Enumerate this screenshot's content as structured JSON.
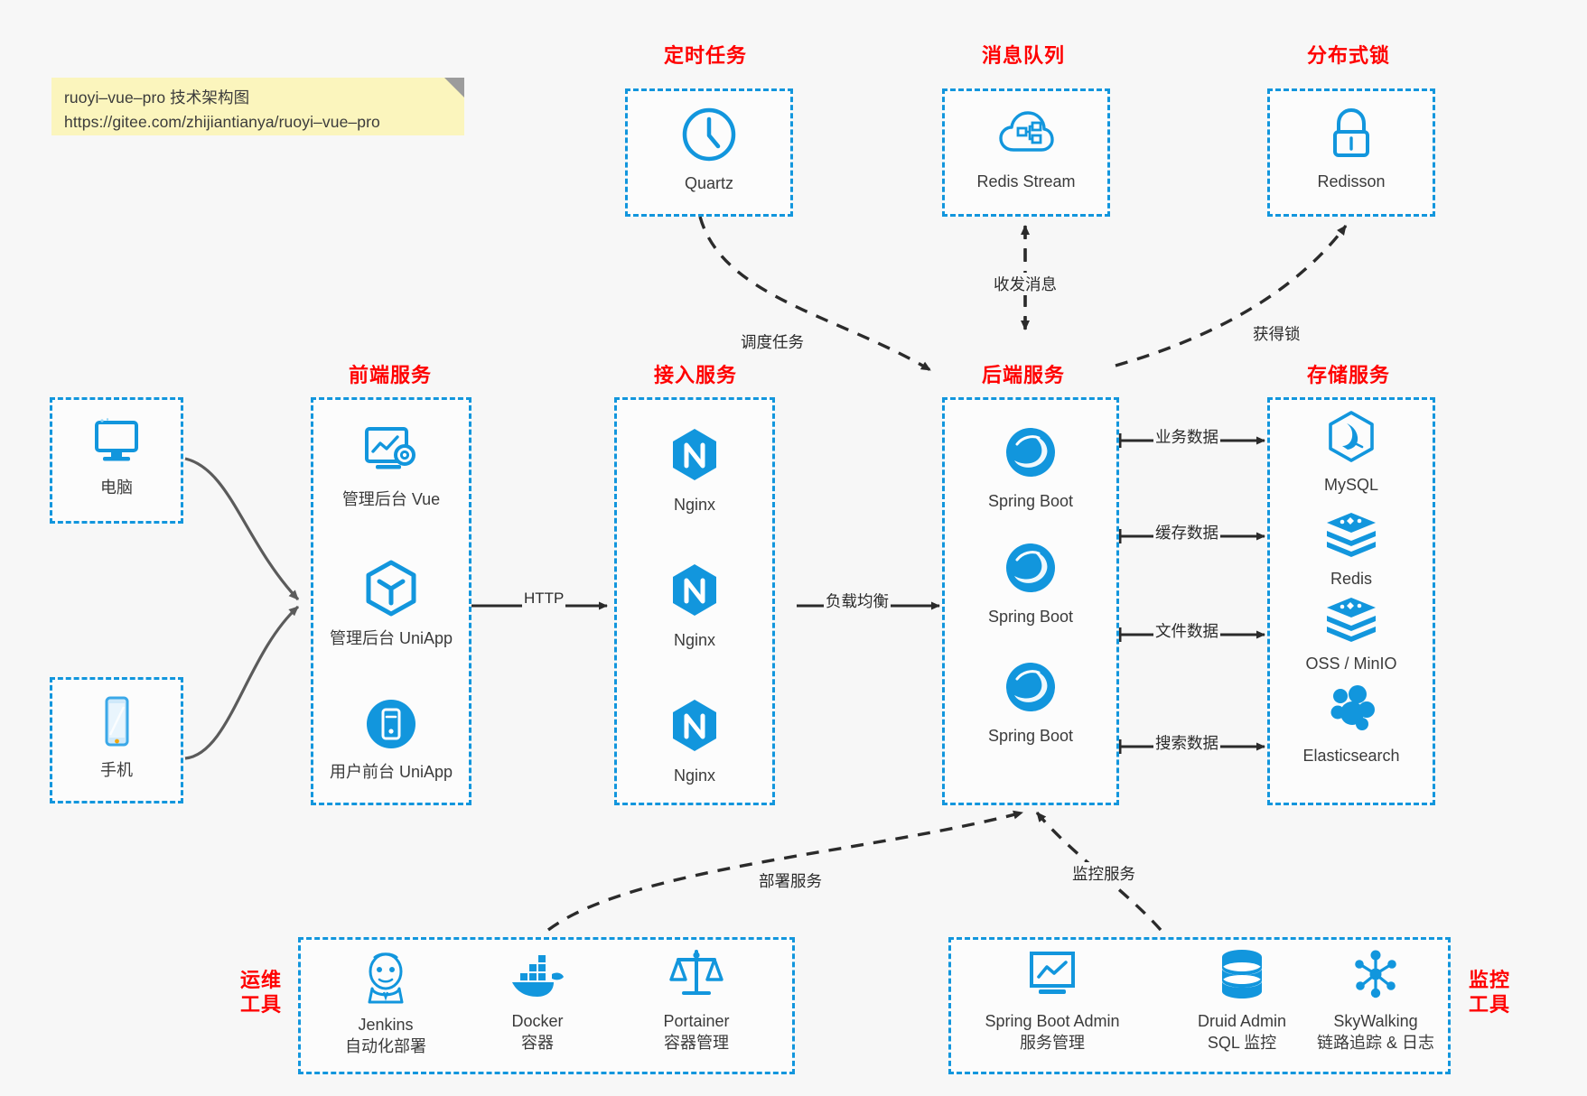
{
  "note": {
    "line1": "ruoyi–vue–pro 技术架构图",
    "line2": "https://gitee.com/zhijiantianya/ruoyi–vue–pro"
  },
  "colors": {
    "accent_blue": "#1296dd",
    "caption_red": "#ff0000",
    "background": "#f7f7f7",
    "note_yellow": "#fbf5bd",
    "edge_dark": "#2b2b2b",
    "edge_gray": "#595959"
  },
  "groups": {
    "scheduled_task": {
      "caption": "定时任务"
    },
    "message_queue": {
      "caption": "消息队列"
    },
    "distributed_lock": {
      "caption": "分布式锁"
    },
    "frontend_service": {
      "caption": "前端服务"
    },
    "access_service": {
      "caption": "接入服务"
    },
    "backend_service": {
      "caption": "后端服务"
    },
    "storage_service": {
      "caption": "存储服务"
    },
    "devops_tools": {
      "caption_line1": "运维",
      "caption_line2": "工具"
    },
    "monitor_tools": {
      "caption_line1": "监控",
      "caption_line2": "工具"
    }
  },
  "nodes": {
    "quartz": {
      "label": "Quartz",
      "icon": "clock-icon"
    },
    "redis_stream": {
      "label": "Redis Stream",
      "icon": "cloud-stream-icon"
    },
    "redisson": {
      "label": "Redisson",
      "icon": "lock-icon"
    },
    "computer": {
      "label": "电脑",
      "icon": "desktop-icon"
    },
    "phone": {
      "label": "手机",
      "icon": "mobile-icon"
    },
    "admin_vue": {
      "label": "管理后台 Vue",
      "icon": "dashboard-icon"
    },
    "admin_uniapp": {
      "label": "管理后台 UniApp",
      "icon": "uniapp-cube-icon"
    },
    "user_uniapp": {
      "label": "用户前台 UniApp",
      "icon": "app-phone-icon"
    },
    "nginx_1": {
      "label": "Nginx",
      "icon": "nginx-icon"
    },
    "nginx_2": {
      "label": "Nginx",
      "icon": "nginx-icon"
    },
    "nginx_3": {
      "label": "Nginx",
      "icon": "nginx-icon"
    },
    "spring_boot_1": {
      "label": "Spring Boot",
      "icon": "spring-boot-icon"
    },
    "spring_boot_2": {
      "label": "Spring Boot",
      "icon": "spring-boot-icon"
    },
    "spring_boot_3": {
      "label": "Spring Boot",
      "icon": "spring-boot-icon"
    },
    "mysql": {
      "label": "MySQL",
      "icon": "mysql-icon"
    },
    "redis": {
      "label": "Redis",
      "icon": "redis-icon"
    },
    "oss_minio": {
      "label": "OSS / MinIO",
      "icon": "oss-icon"
    },
    "elasticsearch": {
      "label": "Elasticsearch",
      "icon": "elasticsearch-icon"
    },
    "jenkins": {
      "label": "Jenkins",
      "sublabel": "自动化部署",
      "icon": "jenkins-icon"
    },
    "docker": {
      "label": "Docker",
      "sublabel": "容器",
      "icon": "docker-icon"
    },
    "portainer": {
      "label": "Portainer",
      "sublabel": "容器管理",
      "icon": "scales-icon"
    },
    "spring_boot_admin": {
      "label": "Spring Boot Admin",
      "sublabel": "服务管理",
      "icon": "monitor-chart-icon"
    },
    "druid_admin": {
      "label": "Druid Admin",
      "sublabel": "SQL 监控",
      "icon": "database-icon"
    },
    "skywalking": {
      "label": "SkyWalking",
      "sublabel": "链路追踪 & 日志",
      "icon": "skywalking-icon"
    }
  },
  "edges": {
    "schedule_task": "调度任务",
    "send_receive_message": "收发消息",
    "acquire_lock": "获得锁",
    "http": "HTTP",
    "load_balance": "负载均衡",
    "business_data": "业务数据",
    "cache_data": "缓存数据",
    "file_data": "文件数据",
    "search_data": "搜索数据",
    "deploy_service": "部署服务",
    "monitor_service": "监控服务"
  }
}
